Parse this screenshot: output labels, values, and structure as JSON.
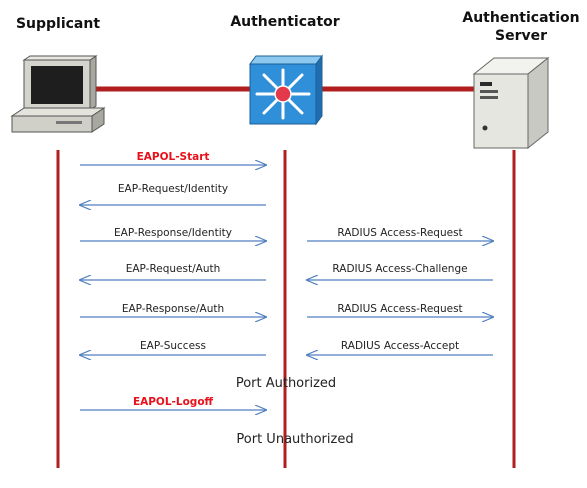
{
  "participants": {
    "supplicant": "Supplicant",
    "authenticator": "Authenticator",
    "server_line1": "Authentication",
    "server_line2": "Server"
  },
  "icons": {
    "supplicant": "desktop-computer-icon",
    "authenticator": "network-switch-icon",
    "server": "tower-server-icon"
  },
  "colors": {
    "lifeline": "#b01e1e",
    "arrow": "#4f7fc0",
    "highlight_text": "#e8101a",
    "switch_blue": "#2f8fd8",
    "switch_hub": "#e23a4a"
  },
  "messages": [
    {
      "label": "EAPOL-Start",
      "highlight": true
    },
    {
      "label": "EAP-Request/Identity",
      "highlight": false
    },
    {
      "label": "EAP-Response/Identity",
      "highlight": false
    },
    {
      "label": "RADIUS Access-Request",
      "highlight": false
    },
    {
      "label": "EAP-Request/Auth",
      "highlight": false
    },
    {
      "label": "RADIUS Access-Challenge",
      "highlight": false
    },
    {
      "label": "EAP-Response/Auth",
      "highlight": false
    },
    {
      "label": "RADIUS Access-Request",
      "highlight": false
    },
    {
      "label": "EAP-Success",
      "highlight": false
    },
    {
      "label": "RADIUS Access-Accept",
      "highlight": false
    },
    {
      "label": "EAPOL-Logoff",
      "highlight": true
    }
  ],
  "states": {
    "authorized": "Port Authorized",
    "unauthorized": "Port Unauthorized"
  }
}
